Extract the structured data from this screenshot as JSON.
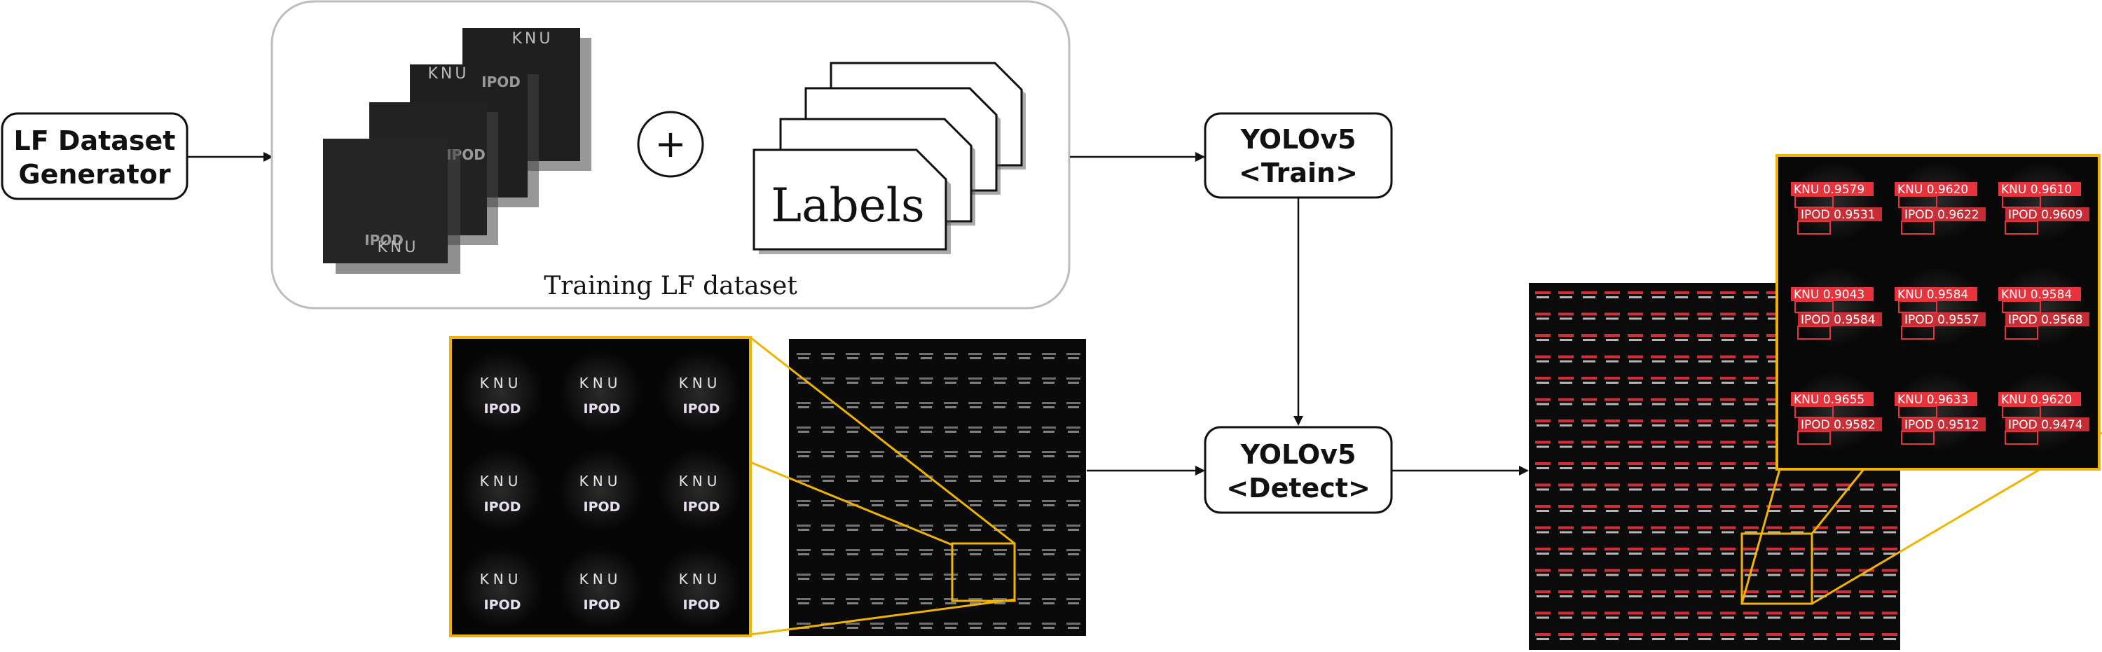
{
  "nodes": {
    "generator": {
      "line1": "LF Dataset",
      "line2": "Generator"
    },
    "train": {
      "line1": "YOLOv5",
      "line2": "<Train>"
    },
    "detect": {
      "line1": "YOLOv5",
      "line2": "<Detect>"
    }
  },
  "training_panel": {
    "caption": "Training LF dataset",
    "plus": "+",
    "labels_text": "Labels"
  },
  "sample_text": {
    "top": "KNU",
    "bottom": "IPOD"
  },
  "detections": [
    {
      "knu": "KNU 0.9579",
      "ipod": "IPOD 0.9531"
    },
    {
      "knu": "KNU 0.9620",
      "ipod": "IPOD 0.9622"
    },
    {
      "knu": "KNU 0.9610",
      "ipod": "IPOD 0.9609"
    },
    {
      "knu": "KNU 0.9043",
      "ipod": "IPOD 0.9584"
    },
    {
      "knu": "KNU 0.9584",
      "ipod": "IPOD 0.9557"
    },
    {
      "knu": "KNU 0.9584",
      "ipod": "IPOD 0.9568"
    },
    {
      "knu": "KNU 0.9655",
      "ipod": "IPOD 0.9582"
    },
    {
      "knu": "KNU 0.9633",
      "ipod": "IPOD 0.9512"
    },
    {
      "knu": "KNU 0.9620",
      "ipod": "IPOD 0.9474"
    }
  ],
  "colors": {
    "accent": "#f0b400",
    "box_red": "#e8323c",
    "stroke": "#222222"
  }
}
